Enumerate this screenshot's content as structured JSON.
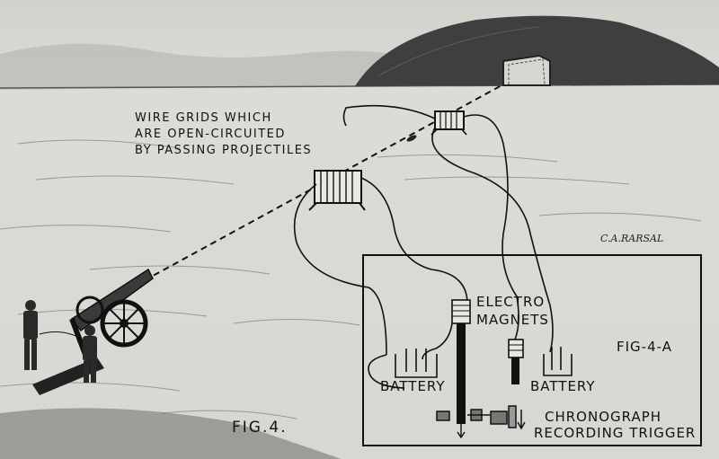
{
  "labels": {
    "grids_line1": "WIRE GRIDS WHICH",
    "grids_line2": "ARE OPEN-CIRCUITED",
    "grids_line3": "BY PASSING PROJECTILES",
    "electro": "ELECTRO",
    "magnets": "MAGNETS",
    "battery_left": "BATTERY",
    "battery_right": "BATTERY",
    "fig_4a": "FIG-4-A",
    "chrono_line1": "CHRONOGRAPH",
    "chrono_line2": "RECORDING TRIGGER",
    "fig_4": "FIG.4.",
    "signature": "C.A.RARSAL"
  },
  "colors": {
    "ink": "#111111",
    "paper": "#d8d8d2",
    "hill": "#3a3a3a"
  }
}
